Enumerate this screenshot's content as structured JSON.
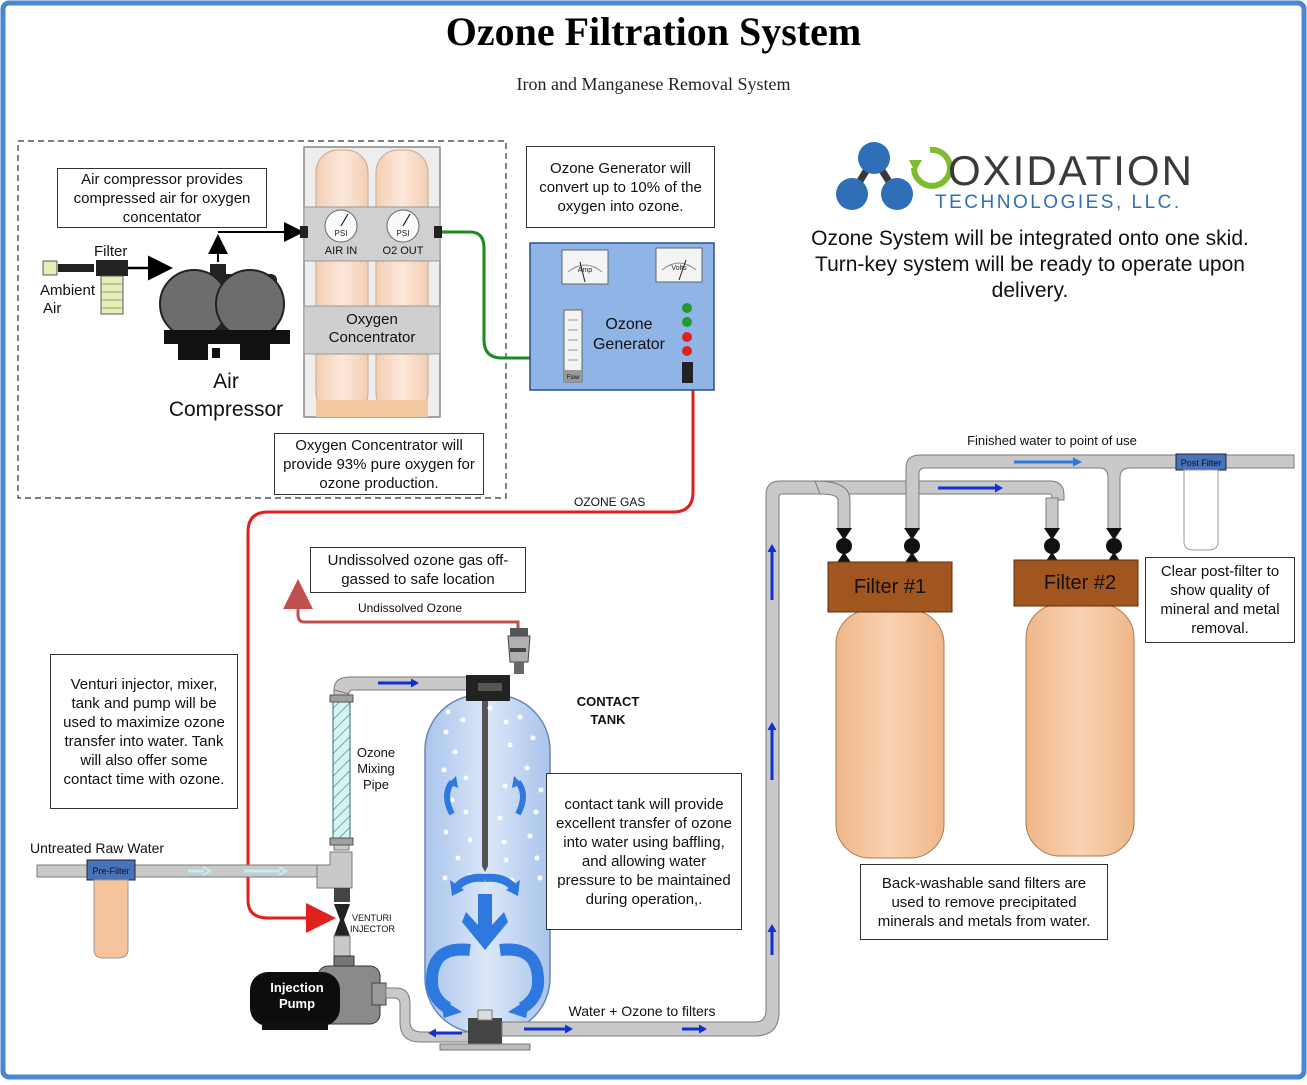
{
  "header": {
    "title": "Ozone Filtration System",
    "subtitle": "Iron and Manganese Removal System"
  },
  "logo": {
    "name": "OXIDATION",
    "tagline": "TECHNOLOGIES, LLC.",
    "colors": {
      "blue": "#2e6fb7",
      "green": "#7dbb2f",
      "gray": "#3a3a3a"
    }
  },
  "skid_text": [
    "Ozone System will be integrated onto one skid.",
    "Turn-key system will be ready to operate upon",
    "delivery."
  ],
  "notes": {
    "air_compressor": "Air compressor provides compressed air for oxygen concentator",
    "ozone_generator": "Ozone Generator will convert up to 10% of the oxygen into ozone.",
    "oxygen_concentrator": "Oxygen Concentrator will provide 93% pure oxygen for ozone production.",
    "offgas": "Undissolved ozone gas off-gassed to safe location",
    "venturi": "Venturi injector, mixer, tank and pump will be used to maximize ozone transfer into water.  Tank will also offer some contact time with ozone.",
    "contact_tank": "contact tank will provide excellent transfer of ozone into water using baffling, and allowing water pressure to be maintained during operation,.",
    "sand_filters": "Back-washable sand filters are used to remove precipitated minerals and metals from water.",
    "post_filter": "Clear post-filter to show quality of mineral and metal removal."
  },
  "labels": {
    "filter": "Filter",
    "ambient_air": [
      "Ambient",
      "Air"
    ],
    "air_compressor": [
      "Air",
      "Compressor"
    ],
    "air_in": "AIR IN",
    "o2_out": "O2 OUT",
    "psi": "PSI",
    "oxygen_concentrator": [
      "Oxygen",
      "Concentrator"
    ],
    "amp": "Amp",
    "volts": "Volts",
    "flow": "Flow",
    "ozone_generator": [
      "Ozone",
      "Generator"
    ],
    "ozone_gas": "OZONE GAS",
    "undissolved_ozone": "Undissolved Ozone",
    "contact_tank": [
      "CONTACT",
      "TANK"
    ],
    "ozone_mixing_pipe": [
      "Ozone",
      "Mixing",
      "Pipe"
    ],
    "untreated_raw_water": "Untreated Raw Water",
    "pre_filter": "Pre-Filter",
    "venturi_injector": [
      "VENTURI",
      "INJECTOR"
    ],
    "injection_pump": [
      "Injection",
      "Pump"
    ],
    "water_ozone_to_filters": "Water + Ozone to filters",
    "finished_water": "Finished water to point of use",
    "post_filter": "Post Filter",
    "filter1": "Filter #1",
    "filter2": "Filter #2"
  },
  "colors": {
    "border": "#4a86d4",
    "ozone_line": "#e0201c",
    "oxygen_line": "#1e8a1e",
    "offgas_line": "#c0504d",
    "pipe": "#c9c9c9",
    "flow_arrow": "#1030d8",
    "tank_blue": "#bcd3f2",
    "filter_body": "#f5c39c",
    "filter_head": "#a0561e",
    "generator": "#8fb4e6"
  }
}
